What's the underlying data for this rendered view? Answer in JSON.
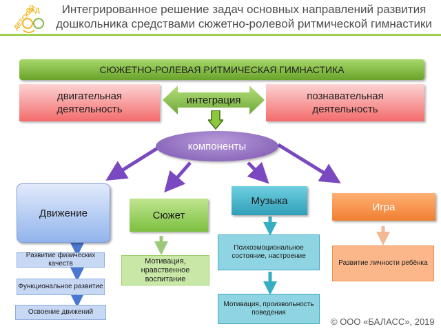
{
  "header": {
    "logo_text": "ДЕТСКИЙ САД",
    "title_line1": "Интегрированное решение задач основных направлений развития",
    "title_line2": "дошкольника средствами сюжетно-ролевой ритмической гимнастики"
  },
  "diagram": {
    "main_title": "СЮЖЕТНО-РОЛЕВАЯ РИТМИЧЕСКАЯ ГИМНАСТИКА",
    "left_box_line1": "двигательная",
    "left_box_line2": "деятельность",
    "right_box_line1": "познавательная",
    "right_box_line2": "деятельность",
    "integration": "интеграция",
    "components": "компоненты",
    "categories": {
      "movement": "Движение",
      "plot": "Сюжет",
      "music": "Музыка",
      "game": "Игра"
    },
    "movement_items": [
      "Развитие физических качеств",
      "Функциональное развитие",
      "Освоение движений"
    ],
    "plot_item": "Мотивация, нравственное воспитание",
    "music_items": [
      "Психоэмоциональное состояние, настроение",
      "Мотивация, произвольность поведения"
    ],
    "game_item": "Развитие личности ребёнка"
  },
  "footer": {
    "copyright": "© ООО «БАЛАСС», 2019"
  },
  "colors": {
    "green": "#8cc152",
    "pink": "#f46b6b",
    "purple": "#8a63c0",
    "blue": "#a9c4f2",
    "teal": "#35aec4",
    "orange": "#f7924a"
  }
}
